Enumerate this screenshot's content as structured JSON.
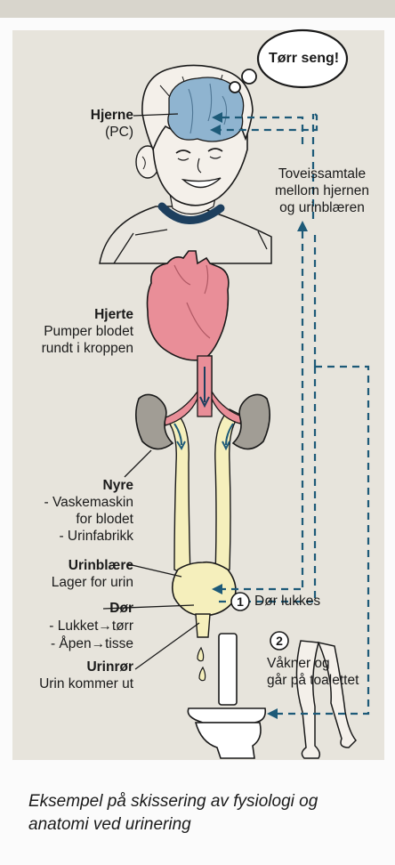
{
  "thought": "Tørr seng!",
  "brain": {
    "name": "Hjerne",
    "note": "(PC)"
  },
  "dialog": [
    "Toveissamtale",
    "mellom hjernen",
    "og urinblæren"
  ],
  "heart": {
    "name": "Hjerte",
    "desc": [
      "Pumper blodet",
      "rundt i kroppen"
    ]
  },
  "kidney": {
    "name": "Nyre",
    "desc": [
      "- Vaskemaskin",
      "for blodet",
      "- Urinfabrikk"
    ]
  },
  "bladder": {
    "name": "Urinblære",
    "desc": "Lager for urin"
  },
  "door": {
    "name": "Dør",
    "closed": "- Lukket→tørr",
    "open": "- Åpen→tisse"
  },
  "urethra": {
    "name": "Urinrør",
    "desc": "Urin kommer ut"
  },
  "steps": [
    {
      "num": "1",
      "text": [
        "Dør lukkes"
      ]
    },
    {
      "num": "2",
      "text": [
        "Våkner og",
        "går på toalettet"
      ]
    }
  ],
  "caption": [
    "Eksempel på skissering av fysiologi og",
    "anatomi ved urinering"
  ],
  "colors": {
    "panel": "#e7e4dc",
    "brain": "#8fb4d0",
    "heart": "#e98e98",
    "kidney": "#a19d95",
    "ureter": "#f5efbc",
    "arrow": "#1d5a78",
    "skin": "#f4f0ea"
  }
}
